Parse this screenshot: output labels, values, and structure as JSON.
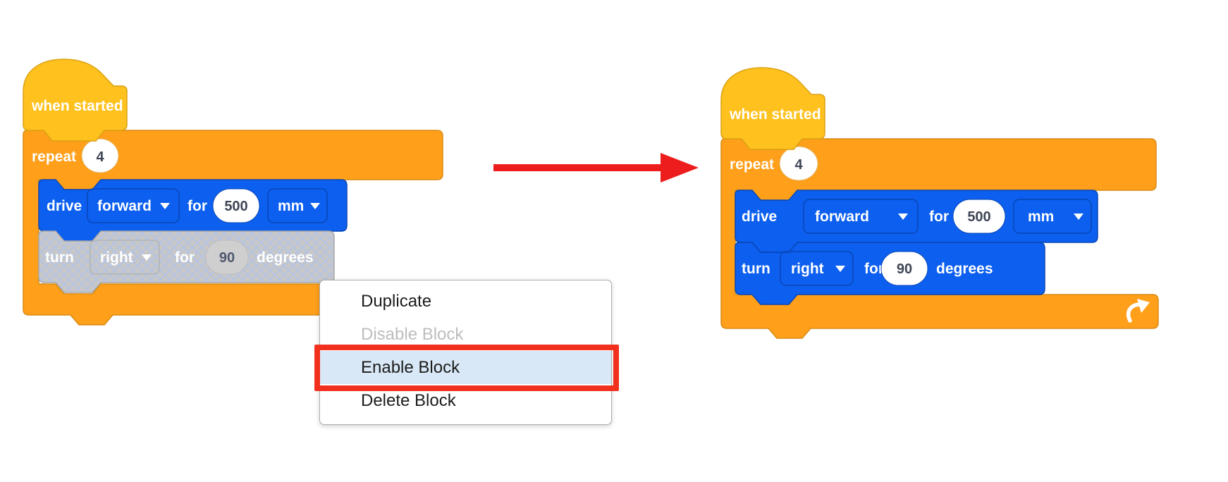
{
  "colors": {
    "hat_fill": "#FFC11E",
    "hat_stroke": "#DBA213",
    "control_fill": "#FF9F1A",
    "control_stroke": "#D98C14",
    "drive_fill": "#0C5FEF",
    "drive_stroke": "#0947B5",
    "disabled_base": "#C7C7C7",
    "disabled_stroke": "#A8A8A8",
    "arrow_red": "#EE1D1D",
    "highlight_border": "#F1301D",
    "highlight_bg": "#D9E8F6"
  },
  "left_stack": {
    "hat_label": "when started",
    "repeat_label": "repeat",
    "repeat_count": "4",
    "drive_block": {
      "label": "drive",
      "direction": "forward",
      "for_label": "for",
      "value": "500",
      "unit": "mm",
      "state": "enabled"
    },
    "turn_block": {
      "label": "turn",
      "direction": "right",
      "for_label": "for",
      "value": "90",
      "unit": "degrees",
      "state": "disabled"
    }
  },
  "right_stack": {
    "hat_label": "when started",
    "repeat_label": "repeat",
    "repeat_count": "4",
    "drive_block": {
      "label": "drive",
      "direction": "forward",
      "for_label": "for",
      "value": "500",
      "unit": "mm",
      "state": "enabled"
    },
    "turn_block": {
      "label": "turn",
      "direction": "right",
      "for_label": "for",
      "value": "90",
      "unit": "degrees",
      "state": "enabled"
    }
  },
  "context_menu": {
    "items": [
      {
        "label": "Duplicate",
        "state": "normal"
      },
      {
        "label": "Disable Block",
        "state": "disabled"
      },
      {
        "label": "Enable Block",
        "state": "selected"
      },
      {
        "label": "Delete Block",
        "state": "normal"
      }
    ]
  }
}
